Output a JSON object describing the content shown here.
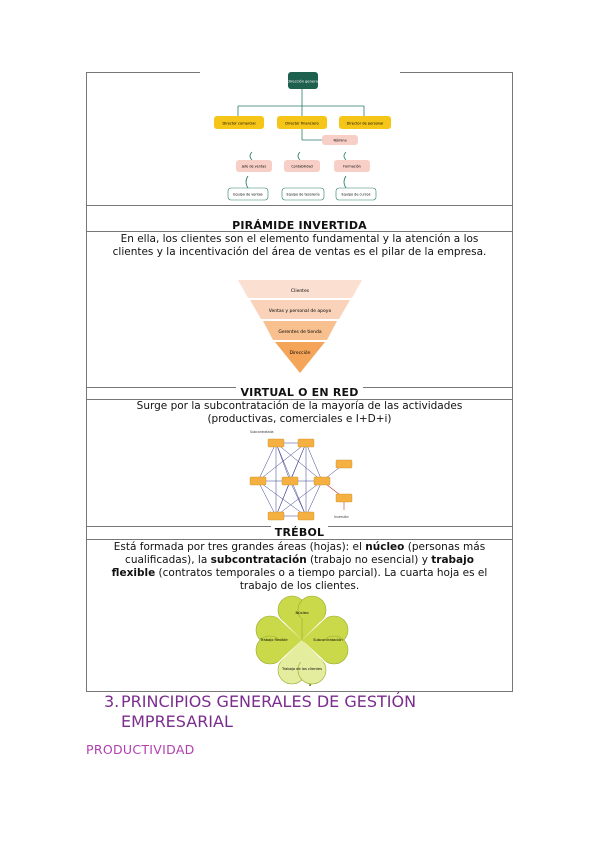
{
  "org_chart": {
    "top": "Dirección general",
    "level2": [
      "Director comercial",
      "Director financiero",
      "Director de personal"
    ],
    "small": "Nómina",
    "level3": [
      "Jefe de ventas",
      "Contabilidad",
      "Formación"
    ],
    "level4": [
      "Equipo de ventas",
      "Equipo de tesorería",
      "Equipo de cursos"
    ]
  },
  "sections": {
    "inverted": {
      "title": "PIRÁMIDE INVERTIDA",
      "desc_line1": "En ella, los clientes son el elemento fundamental y la atención a los",
      "desc_line2": "clientes y la incentivación del área de ventas es el pilar de la empresa.",
      "layers": [
        "Clientes",
        "Ventas y personal de apoyo",
        "Gerentes de tienda",
        "Dirección"
      ]
    },
    "virtual": {
      "title": "VIRTUAL O EN RED",
      "desc_line1": "Surge por la subcontratación de la mayoría de las actividades",
      "desc_line2": "(productivas, comerciales e I+D+i)",
      "label_top": "Subcontratada",
      "label_bottom": "Inversión"
    },
    "trebol": {
      "title": "TRÉBOL",
      "l1_a": "Está formada por tres grandes áreas (hojas): el ",
      "l1_b": "núcleo",
      "l1_c": " (personas más",
      "l2_a": "cualificadas), la ",
      "l2_b": "subcontratación",
      "l2_c": " (trabajo no esencial) y ",
      "l2_d": "trabajo",
      "l3_a": "flexible",
      "l3_b": " (contratos temporales o a tiempo parcial). La cuarta hoja es el",
      "l4": "trabajo de los clientes.",
      "leaves": [
        "Núcleo",
        "Subcontratación",
        "Trabajo flexible",
        "Trabajo de los clientes"
      ]
    }
  },
  "heading": {
    "number": "3.",
    "line1": "PRINCIPIOS GENERALES DE GESTIÓN",
    "line2": "EMPRESARIAL"
  },
  "subheading": "PRODUCTIVIDAD",
  "colors": {
    "dark_green": "#1f5f4e",
    "yellow": "#f5c518",
    "pink": "#f7cfc7",
    "purple": "#7b2d8e",
    "magenta": "#b13fb0",
    "clover": "#c9d94a",
    "orange": "#f5a55a"
  }
}
